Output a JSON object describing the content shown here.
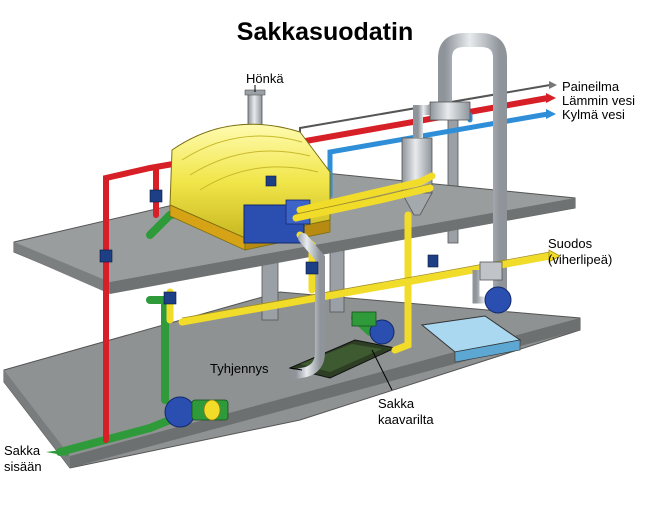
{
  "title": "Sakkasuodatin",
  "labels": {
    "honka": "Hönkä",
    "paineilma": "Paineilma",
    "lammin_vesi": "Lämmin vesi",
    "kylma_vesi": "Kylmä vesi",
    "suodos_1": "Suodos",
    "suodos_2": "(viherlipeä)",
    "tyhjennys": "Tyhjennys",
    "sakka_kaavarilta_1": "Sakka",
    "sakka_kaavarilta_2": "kaavarilta",
    "sakka_sisaan_1": "Sakka",
    "sakka_sisaan_2": "sisään"
  },
  "colors": {
    "platform": "#8f9292",
    "platform_edge": "#5f6262",
    "red_pipe": "#d61f26",
    "blue_pipe": "#2e8fd8",
    "yellow_pipe": "#f2dc2a",
    "green_pipe": "#2e9a3a",
    "steel": "#b9bec4",
    "drum": "#f4ec5c",
    "motor_blue": "#2a4fb0"
  }
}
